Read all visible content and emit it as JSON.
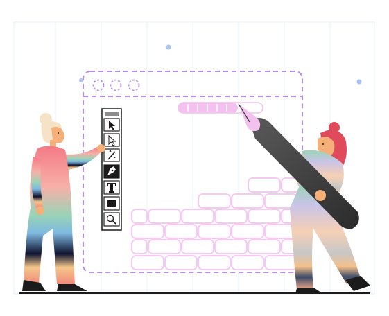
{
  "scene": {
    "description_free": true,
    "colors": {
      "background": "#ffffff",
      "grid_line": "#e6f0fb",
      "dash_purple": "#b98ce8",
      "brick_pink": "#f6c9f3",
      "ground": "#1b1b1b",
      "accent_blue": "#a9c4f2",
      "hair_left": "#f6e3c7",
      "hair_right": "#e04b5b",
      "skin": "#f5b07a",
      "pen_body": "#3a3a3a",
      "pen_nib": "#f3c1ee"
    }
  },
  "toolbar": {
    "tools": [
      {
        "name": "select-arrow",
        "icon": "arrow-icon"
      },
      {
        "name": "direct-select",
        "icon": "hollow-arrow-icon"
      },
      {
        "name": "magic-wand",
        "icon": "magic-wand-icon"
      },
      {
        "name": "pen-tool",
        "icon": "pen-tool-icon",
        "active": true
      },
      {
        "name": "type-tool",
        "icon": "type-icon",
        "glyph": "T"
      },
      {
        "name": "rectangle-tool",
        "icon": "rectangle-icon"
      },
      {
        "name": "zoom-tool",
        "icon": "magnifier-icon"
      }
    ]
  }
}
